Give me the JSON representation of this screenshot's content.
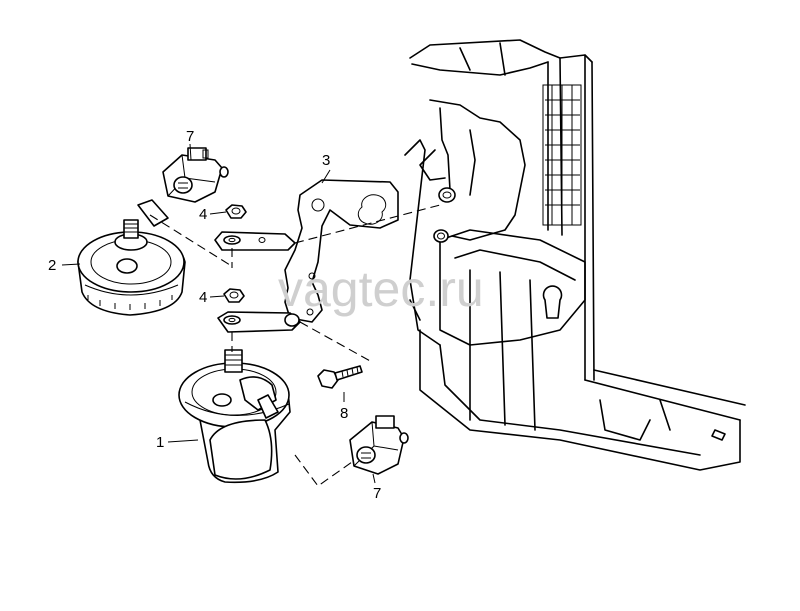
{
  "watermark": "vagtec.ru",
  "callouts": {
    "item_1": "1",
    "item_2": "2",
    "item_3": "3",
    "item_4_upper": "4",
    "item_4_lower": "4",
    "item_7_upper": "7",
    "item_7_lower": "7",
    "item_8": "8"
  }
}
